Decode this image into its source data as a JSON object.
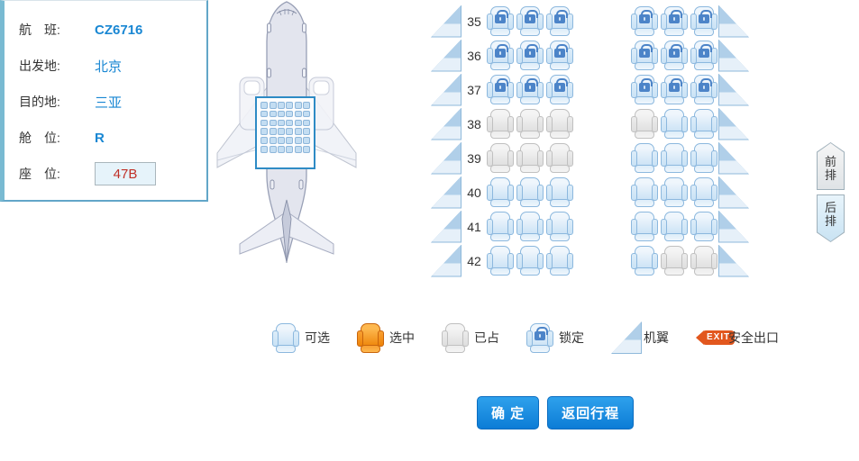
{
  "info_panel": {
    "fields": [
      {
        "label": "航　班:",
        "value": "CZ6716",
        "bold": true,
        "boxed": false
      },
      {
        "label": "出发地:",
        "value": "北京",
        "bold": false,
        "boxed": false
      },
      {
        "label": "目的地:",
        "value": "三亚",
        "bold": false,
        "boxed": false
      },
      {
        "label": "舱　位:",
        "value": "R",
        "bold": true,
        "boxed": false
      },
      {
        "label": "座　位:",
        "value": "47B",
        "bold": false,
        "boxed": true
      }
    ]
  },
  "plane": {
    "minimap": {
      "rows": 6,
      "groups": 2,
      "seats_per_group": 3
    }
  },
  "seatmap": {
    "rows": [
      {
        "number": "35",
        "left": [
          "locked",
          "locked",
          "locked"
        ],
        "right": [
          "locked",
          "locked",
          "locked"
        ]
      },
      {
        "number": "36",
        "left": [
          "locked",
          "locked",
          "locked"
        ],
        "right": [
          "locked",
          "locked",
          "locked"
        ]
      },
      {
        "number": "37",
        "left": [
          "locked",
          "locked",
          "locked"
        ],
        "right": [
          "locked",
          "locked",
          "locked"
        ]
      },
      {
        "number": "38",
        "left": [
          "occupied",
          "occupied",
          "occupied"
        ],
        "right": [
          "occupied",
          "available",
          "available"
        ]
      },
      {
        "number": "39",
        "left": [
          "occupied",
          "occupied",
          "occupied"
        ],
        "right": [
          "available",
          "available",
          "available"
        ]
      },
      {
        "number": "40",
        "left": [
          "available",
          "available",
          "available"
        ],
        "right": [
          "available",
          "available",
          "available"
        ]
      },
      {
        "number": "41",
        "left": [
          "available",
          "available",
          "available"
        ],
        "right": [
          "available",
          "available",
          "available"
        ]
      },
      {
        "number": "42",
        "left": [
          "available",
          "available",
          "available"
        ],
        "right": [
          "available",
          "occupied",
          "occupied"
        ]
      }
    ]
  },
  "nav": {
    "prev": "前排",
    "next": "后排"
  },
  "legend": [
    {
      "type": "available",
      "label": "可选"
    },
    {
      "type": "selected",
      "label": "选中"
    },
    {
      "type": "occupied",
      "label": "已占"
    },
    {
      "type": "locked",
      "label": "锁定"
    },
    {
      "type": "wing",
      "label": "机翼"
    },
    {
      "type": "exit",
      "label": "安全出口",
      "exit_text": "EXIT"
    }
  ],
  "actions": {
    "confirm": "确 定",
    "back": "返回行程"
  },
  "colors": {
    "accent_blue": "#1987d3",
    "seat_border": "#8cb8de",
    "seat_fill": "#c9e2f5",
    "selected_orange": "#ee8408",
    "occupied_gray": "#dedede",
    "lock_blue": "#4c84c8",
    "exit_orange": "#e2571e",
    "button_blue": "#0c7cd6",
    "panel_border": "#62a6c8",
    "viewport_border": "#2e8bc5",
    "seat_value_red": "#c03028"
  }
}
